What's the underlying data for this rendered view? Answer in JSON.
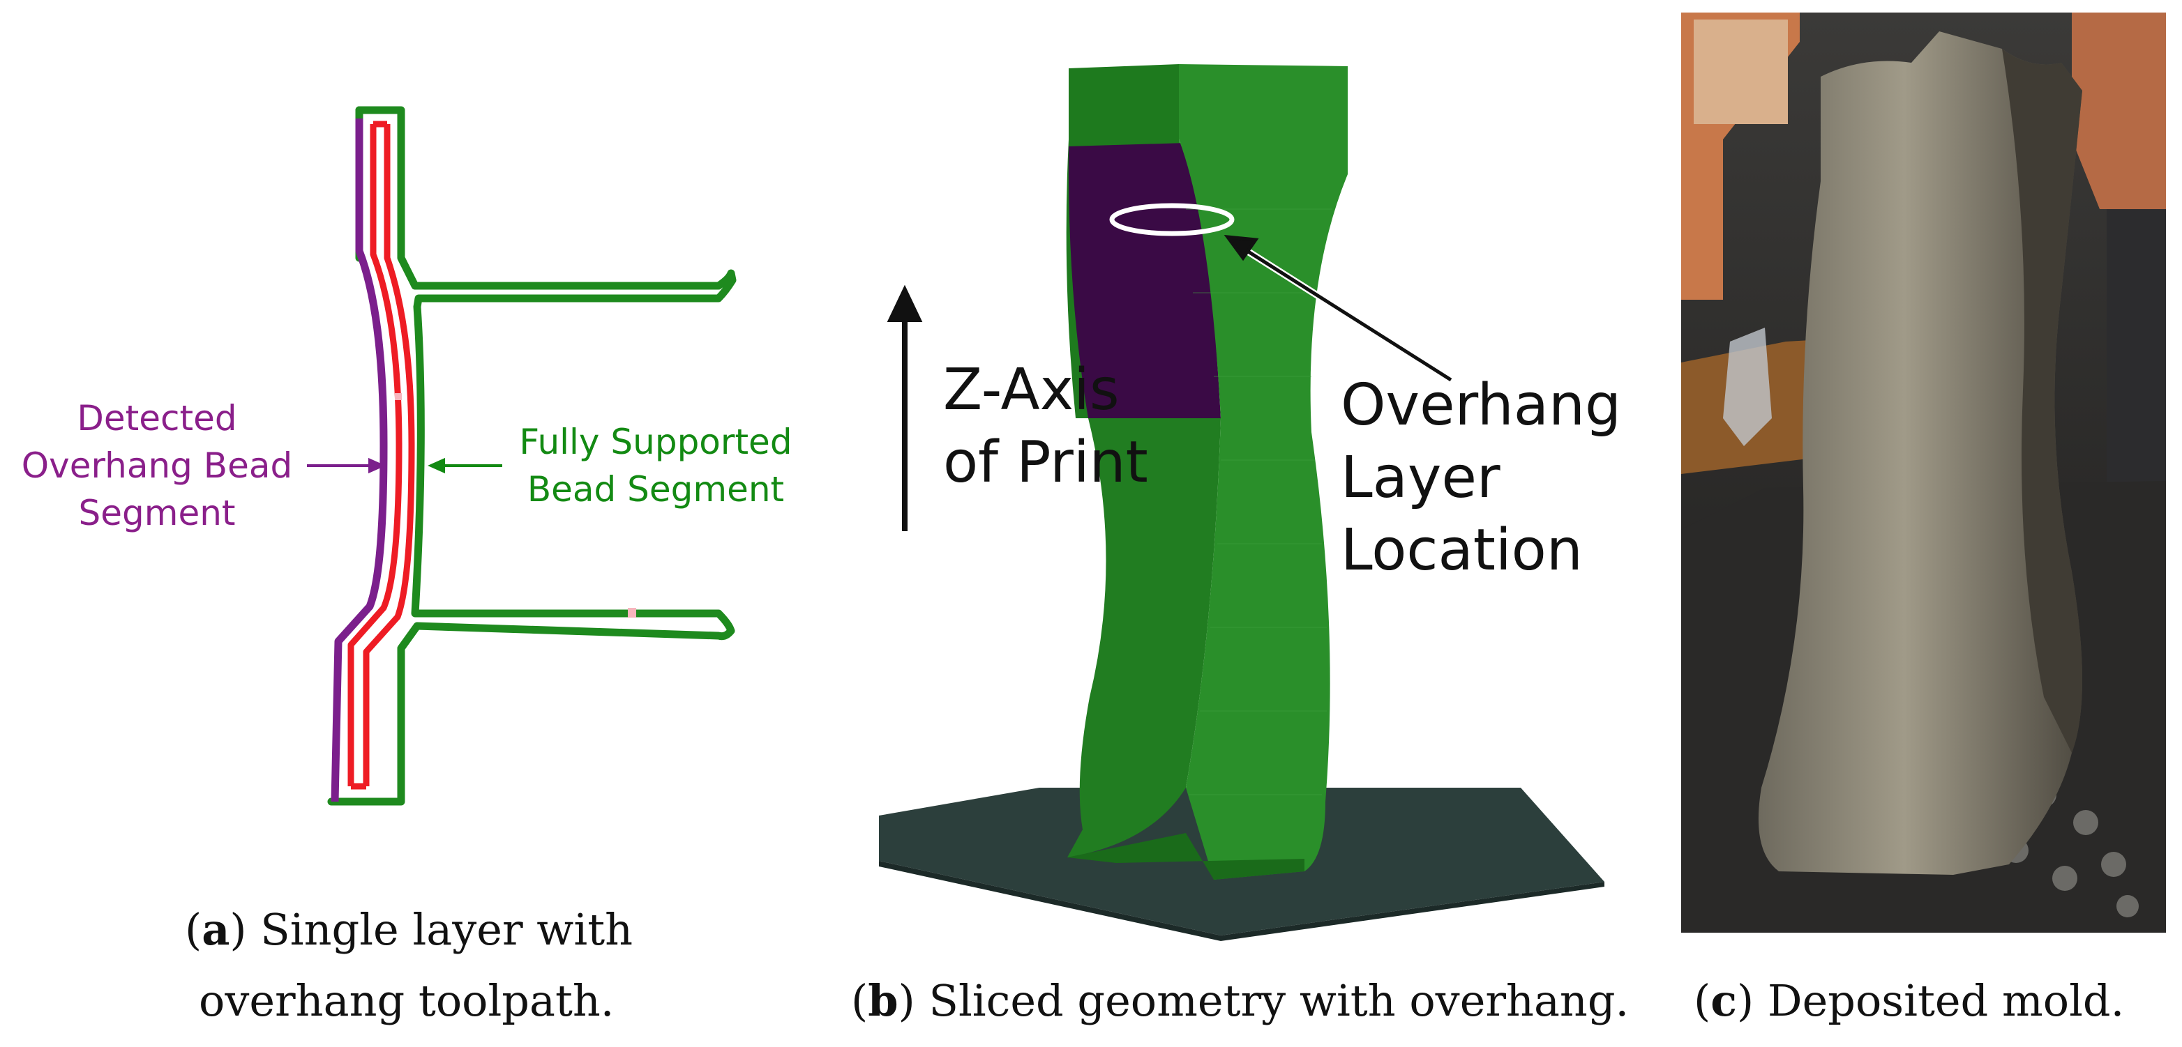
{
  "panel_a": {
    "overhang_label_line1": "Detected",
    "overhang_label_line2": "Overhang Bead",
    "overhang_label_line3": "Segment",
    "supported_label_line1": "Fully Supported",
    "supported_label_line2": "Bead Segment",
    "caption_letter": "a",
    "caption_line1": " Single layer with",
    "caption_line2": "overhang toolpath.",
    "colors": {
      "overhang": "#7b1f8c",
      "supported": "#1e8a1e",
      "bead_core": "#ee1c24"
    }
  },
  "panel_b": {
    "axis_label_line1": "Z-Axis",
    "axis_label_line2": "of Print",
    "location_label_line1": "Overhang",
    "location_label_line2": "Layer",
    "location_label_line3": "Location",
    "caption_letter": "b",
    "caption_text": " Sliced geometry with overhang.",
    "colors": {
      "overhang_region": "#3a0a45",
      "supported_region": "#1f7a1f",
      "build_plate": "#2c3f3c"
    }
  },
  "panel_c": {
    "caption_letter": "c",
    "caption_text": " Deposited mold."
  }
}
